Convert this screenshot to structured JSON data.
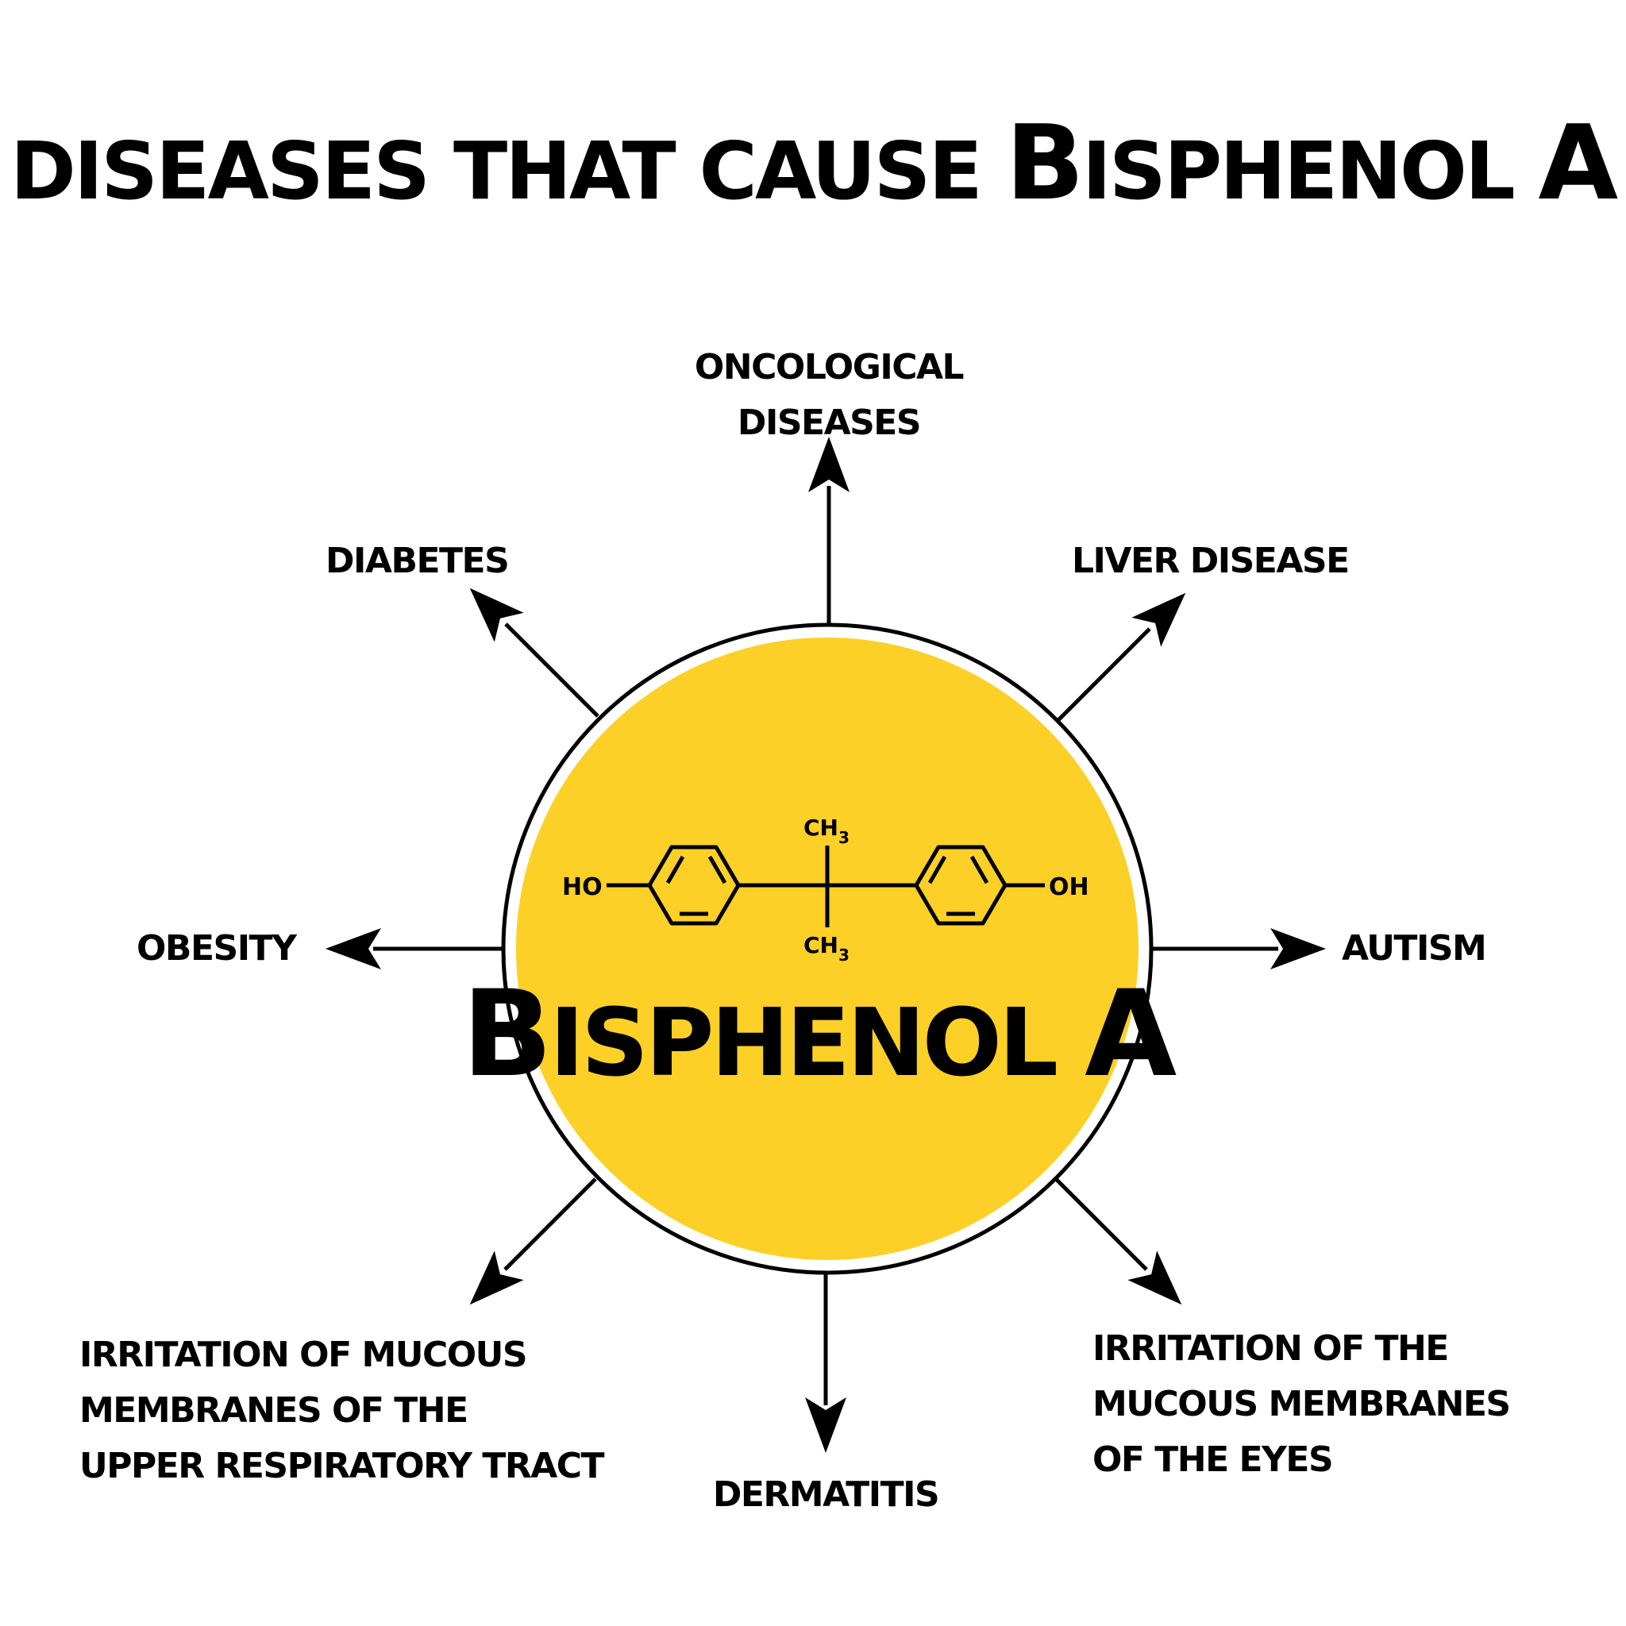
{
  "title": {
    "part1": "DISEASES THAT CAUSE ",
    "part2_cap": "B",
    "part2_rest": "ISPHENOL ",
    "part3": "A"
  },
  "center": {
    "name_cap": "B",
    "name_rest": "ISPHENOL ",
    "name_end": "A",
    "fill_color": "#fcd026",
    "formula": {
      "left_group": "HO",
      "right_group": "OH",
      "top_group": "CH",
      "top_sub": "3",
      "bottom_group": "CH",
      "bottom_sub": "3"
    }
  },
  "diseases": {
    "oncological": [
      "ONCOLOGICAL",
      "DISEASES"
    ],
    "diabetes": [
      "DIABETES"
    ],
    "liver": [
      "LIVER DISEASE"
    ],
    "obesity": [
      "OBESITY"
    ],
    "autism": [
      "AUTISM"
    ],
    "upper_respiratory": [
      "IRRITATION OF MUCOUS",
      "MEMBRANES OF THE",
      "UPPER RESPIRATORY TRACT"
    ],
    "dermatitis": [
      "DERMATITIS"
    ],
    "eyes": [
      "IRRITATION OF THE",
      "MUCOUS MEMBRANES",
      "OF THE EYES"
    ]
  }
}
